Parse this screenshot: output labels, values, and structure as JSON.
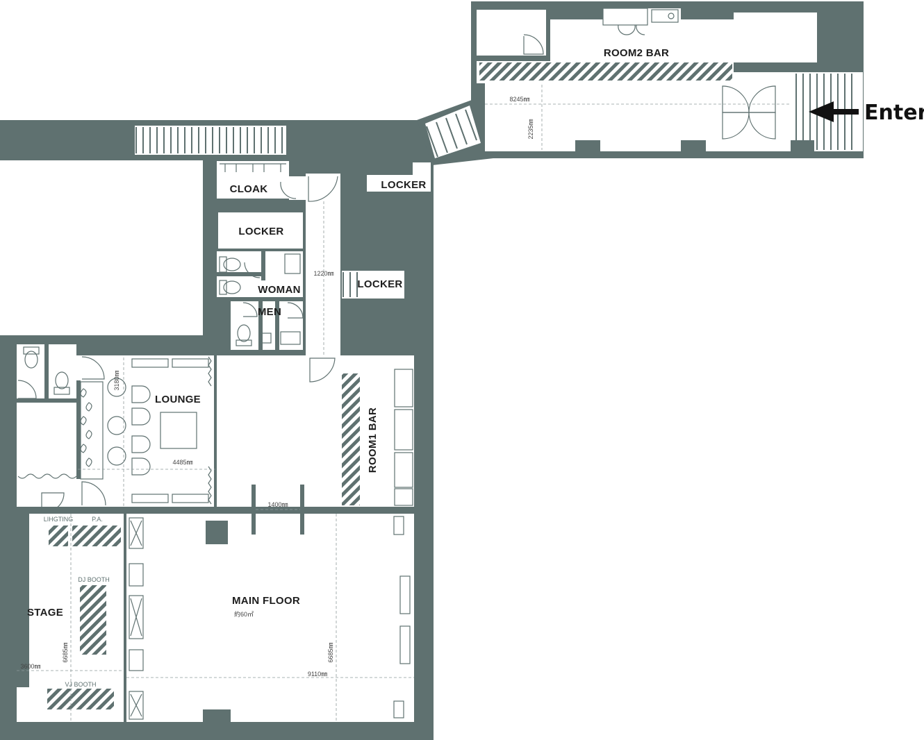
{
  "entrance": {
    "label": "Enter"
  },
  "rooms": {
    "room2_bar": "ROOM2 BAR",
    "cloak": "CLOAK",
    "locker_top": "LOCKER",
    "locker_left": "LOCKER",
    "locker_right": "LOCKER",
    "woman": "WOMAN",
    "men": "MEN",
    "lounge": "LOUNGE",
    "room1_bar": "ROOM1 BAR",
    "stage": "STAGE",
    "main_floor": "MAIN FLOOR",
    "main_floor_area": "約60㎡",
    "lighting": "LIHGTING",
    "pa": "P.A.",
    "dj_booth": "DJ BOOTH",
    "vj_booth": "VJ BOOTH"
  },
  "dimensions": {
    "corridor_length": "8245㎜",
    "corridor_width": "2235㎜",
    "hall_width": "1220㎜",
    "lounge_depth": "3180㎜",
    "lounge_width": "4485㎜",
    "floor_gap": "1400㎜",
    "stage_depth": "6685㎜",
    "stage_width": "3600㎜",
    "main_depth": "6685㎜",
    "main_width": "9110㎜"
  },
  "colors": {
    "wall": "#5f7170",
    "floor": "#ffffff",
    "text": "#1d1d1d"
  }
}
